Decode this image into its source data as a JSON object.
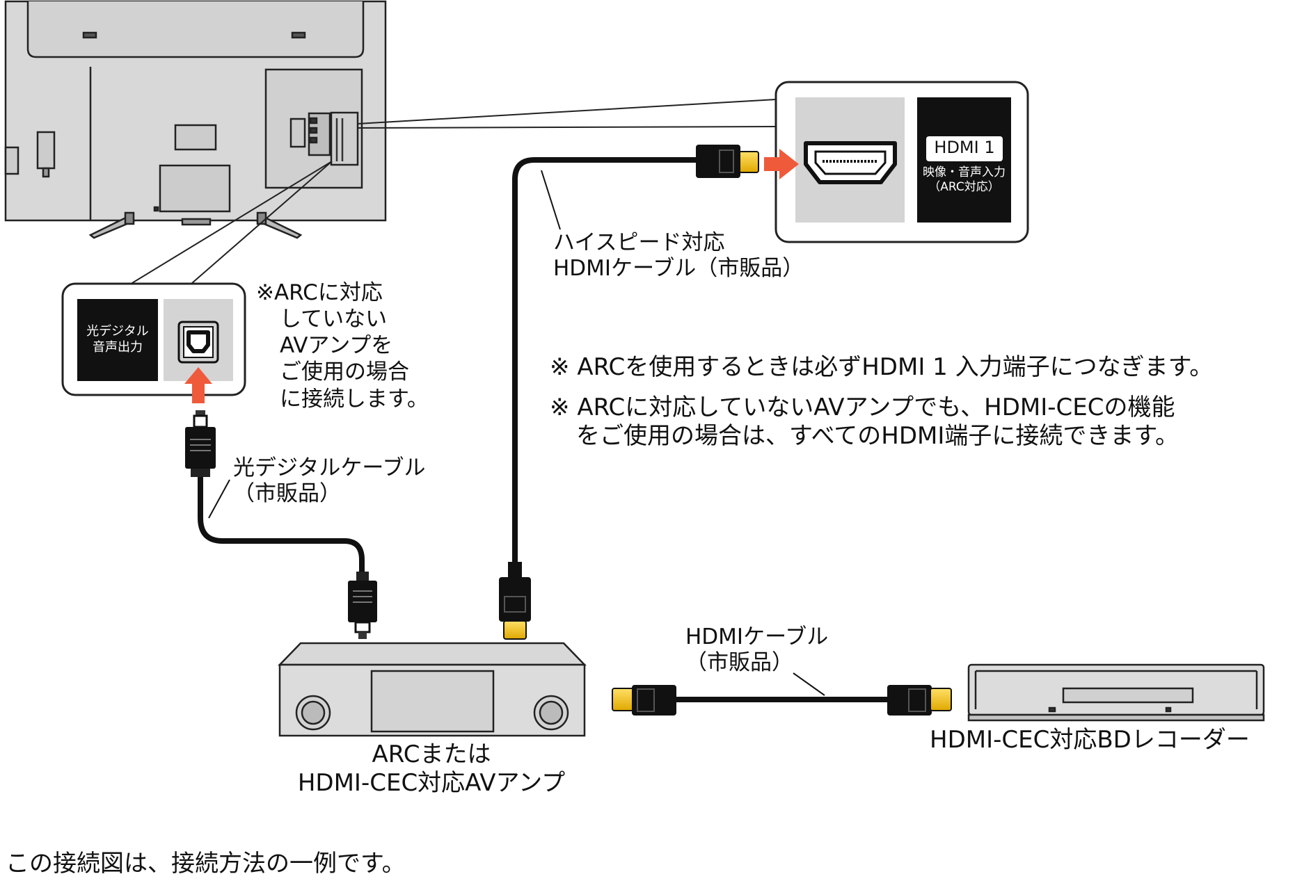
{
  "colors": {
    "arrow": "#ef5a3a",
    "panel_gray": "#d4d4d4",
    "panel_black": "#111111",
    "device_fill": "#dcdcdc",
    "connector_gold": "#f5c518"
  },
  "hdmi_port_panel": {
    "port_name": "HDMI 1",
    "port_caption_line1": "映像・音声入力",
    "port_caption_line2": "（ARC対応）",
    "port_icon": "hdmi-port-icon",
    "arrow_icon": "right-arrow-icon"
  },
  "optical_port_panel": {
    "port_name_line1": "光デジタル",
    "port_name_line2": "音声出力",
    "port_icon": "optical-port-icon",
    "arrow_icon": "up-arrow-icon"
  },
  "arc_note": {
    "lines": [
      "※ARCに対応",
      "していない",
      "AVアンプを",
      "ご使用の場合",
      "に接続します。"
    ]
  },
  "cables": {
    "high_speed_hdmi": {
      "line1": "ハイスピード対応",
      "line2": "HDMIケーブル（市販品）"
    },
    "optical": {
      "line1": "光デジタルケーブル",
      "line2": "（市販品）"
    },
    "hdmi": {
      "line1": "HDMIケーブル",
      "line2": "（市販品）"
    }
  },
  "notes": [
    {
      "mark": "※",
      "line1": "ARCを使用するときは必ずHDMI 1 入力端子につなぎます。"
    },
    {
      "mark": "※",
      "line1": "ARCに対応していないAVアンプでも、HDMI-CECの機能",
      "line2": "をご使用の場合は、すべてのHDMI端子に接続できます。"
    }
  ],
  "devices": {
    "tv": {
      "icon": "tv-rear-icon"
    },
    "av_amp": {
      "line1": "ARCまたは",
      "line2": "HDMI-CEC対応AVアンプ",
      "icon": "av-amplifier-icon"
    },
    "bd_recorder": {
      "label": "HDMI-CEC対応BDレコーダー",
      "icon": "bd-recorder-icon"
    }
  },
  "footer": {
    "caption": "この接続図は、接続方法の一例です。"
  }
}
